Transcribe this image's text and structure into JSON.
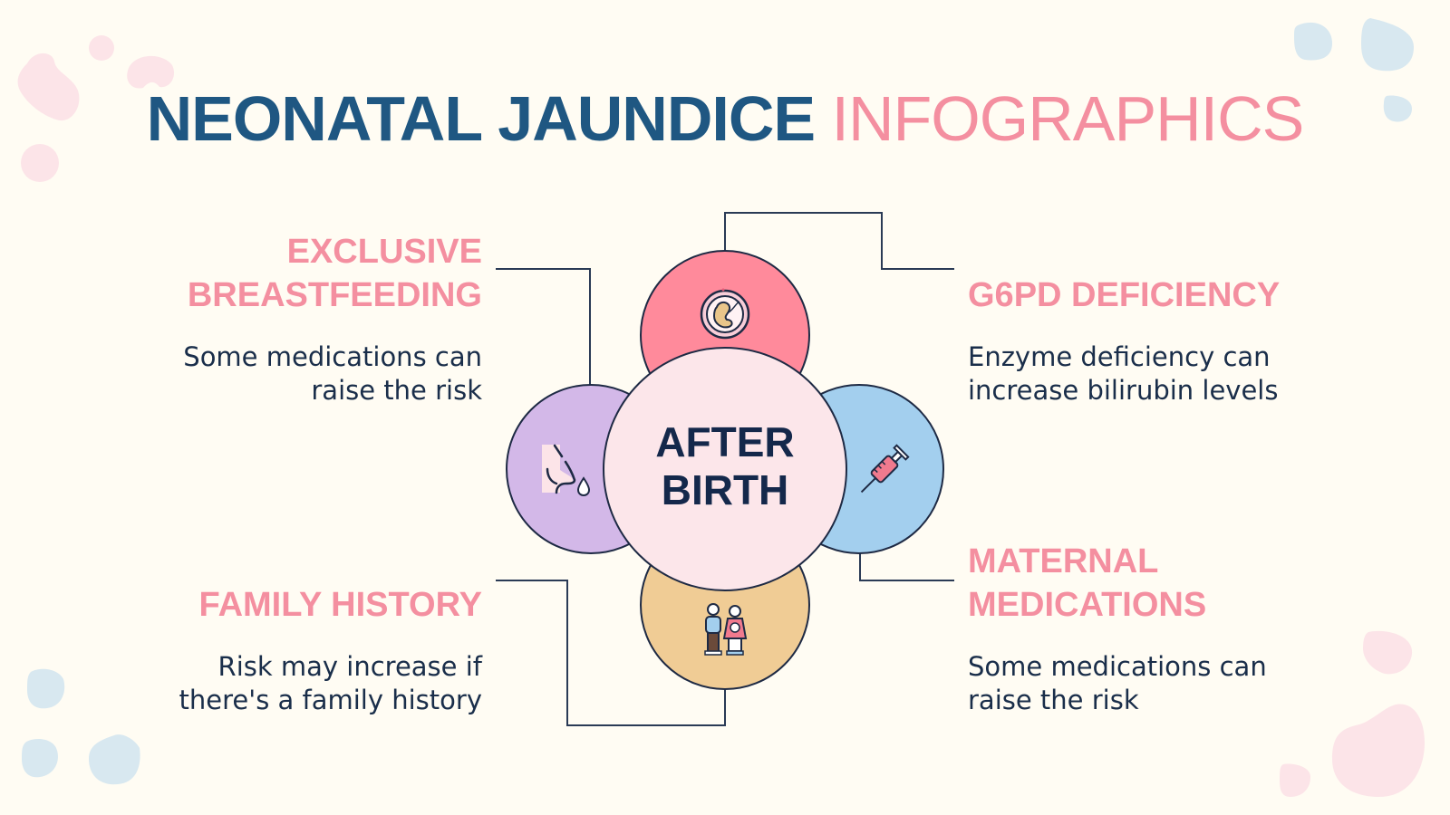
{
  "title": {
    "primary": "NEONATAL JAUNDICE",
    "secondary": "INFOGRAPHICS"
  },
  "center": {
    "line1": "AFTER",
    "line2": "BIRTH",
    "color": "#FCE6EA"
  },
  "factors": [
    {
      "id": "breastfeeding",
      "heading_line1": "EXCLUSIVE",
      "heading_line2": "BREASTFEEDING",
      "desc_line1": "Some medications can",
      "desc_line2": "raise the risk",
      "icon": "breastfeeding-icon",
      "circle_color": "#D3B8E8"
    },
    {
      "id": "g6pd",
      "heading_line1": "G6PD DEFICIENCY",
      "desc_line1": "Enzyme deficiency can",
      "desc_line2": "increase bilirubin levels",
      "icon": "fetus-icon",
      "circle_color": "#FF8A9B"
    },
    {
      "id": "family-history",
      "heading_line1": "FAMILY HISTORY",
      "desc_line1": "Risk may increase if",
      "desc_line2": "there's a family history",
      "icon": "family-icon",
      "circle_color": "#F0CC95"
    },
    {
      "id": "maternal-medications",
      "heading_line1": "MATERNAL",
      "heading_line2": "MEDICATIONS",
      "desc_line1": "Some medications can",
      "desc_line2": "raise the risk",
      "icon": "syringe-icon",
      "circle_color": "#A3CFEE"
    }
  ],
  "colors": {
    "background": "#FFFCF3",
    "title_dark": "#1F5782",
    "accent_pink": "#F48FA0",
    "text_dark": "#1A2E4A",
    "outline": "#1E2A44",
    "blob_pink": "#FCE4E8",
    "blob_blue": "#D8E8F0"
  }
}
